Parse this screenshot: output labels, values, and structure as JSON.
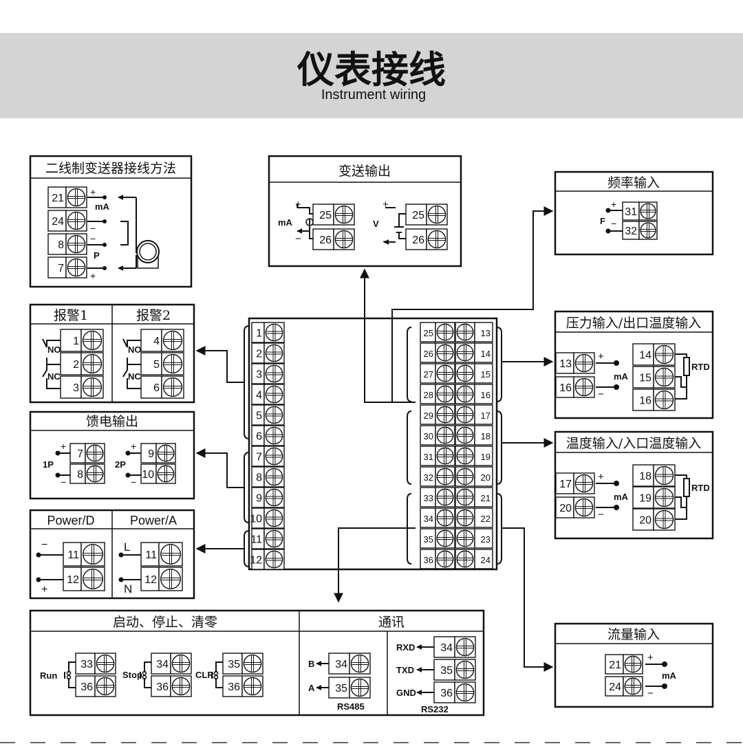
{
  "header": {
    "title": "仪表接线",
    "subtitle": "Instrument wiring",
    "band_color": "#d4d4d4"
  },
  "two_wire": {
    "title": "二线制变送器接线方法",
    "terminals": [
      "21",
      "24",
      "8",
      "7"
    ],
    "plus": "+",
    "minus": "−",
    "mA": "mA",
    "P": "P"
  },
  "transmit_output": {
    "title": "变送输出",
    "mA_terminals": [
      "25",
      "26"
    ],
    "v_terminals": [
      "25",
      "26"
    ],
    "mA": "mA",
    "V": "V",
    "plus": "+",
    "minus": "−"
  },
  "frequency": {
    "title": "频率输入",
    "terminals": [
      "31",
      "32"
    ],
    "F": "F",
    "plus": "+",
    "minus": "−"
  },
  "alarm": {
    "alarm1_title": "报警1",
    "alarm2_title": "报警2",
    "alarm1_terminals": [
      "1",
      "2",
      "3"
    ],
    "alarm2_terminals": [
      "4",
      "5",
      "6"
    ],
    "NO": "NO",
    "NC": "NC"
  },
  "feed": {
    "title": "馈电输出",
    "p1_terminals": [
      "7",
      "8"
    ],
    "p2_terminals": [
      "9",
      "10"
    ],
    "p1": "1P",
    "p2": "2P",
    "plus": "+",
    "minus": "−"
  },
  "power": {
    "d_title": "Power/D",
    "a_title": "Power/A",
    "d_terminals": [
      "11",
      "12"
    ],
    "a_terminals": [
      "11",
      "12"
    ],
    "minus": "−",
    "plus": "+",
    "L": "L",
    "N": "N"
  },
  "control": {
    "title": "启动、停止、清零",
    "run": "Run",
    "stop": "Stop",
    "clr": "CLR",
    "run_terminals": [
      "33",
      "36"
    ],
    "stop_terminals": [
      "34",
      "36"
    ],
    "clr_terminals": [
      "35",
      "36"
    ]
  },
  "comm": {
    "title": "通讯",
    "rs485": "RS485",
    "B": "B",
    "A": "A",
    "rs485_terminals": [
      "34",
      "35"
    ],
    "rs232": "RS232",
    "RXD": "RXD",
    "TXD": "TXD",
    "GND": "GND",
    "rs232_terminals": [
      "34",
      "35",
      "36"
    ]
  },
  "pressure": {
    "title": "压力输入/出口温度输入",
    "left_terminals": [
      "13",
      "16"
    ],
    "right_terminals": [
      "14",
      "15",
      "16"
    ],
    "mA": "mA",
    "RTD": "RTD",
    "plus": "+",
    "minus": "−"
  },
  "temperature": {
    "title": "温度输入/入口温度输入",
    "left_terminals": [
      "17",
      "20"
    ],
    "right_terminals": [
      "18",
      "19",
      "20"
    ],
    "mA": "mA",
    "RTD": "RTD",
    "plus": "+",
    "minus": "−"
  },
  "flow": {
    "title": "流量输入",
    "terminals": [
      "21",
      "24"
    ],
    "mA": "mA",
    "plus": "+",
    "minus": "−"
  },
  "central": {
    "left_terminals": [
      "1",
      "2",
      "3",
      "4",
      "5",
      "6",
      "7",
      "8",
      "9",
      "10",
      "11",
      "12"
    ],
    "right_inner_terminals": [
      "25",
      "26",
      "27",
      "28",
      "29",
      "30",
      "31",
      "32",
      "33",
      "34",
      "35",
      "36"
    ],
    "right_outer_terminals": [
      "13",
      "14",
      "15",
      "16",
      "17",
      "18",
      "19",
      "20",
      "21",
      "22",
      "23",
      "24"
    ]
  }
}
